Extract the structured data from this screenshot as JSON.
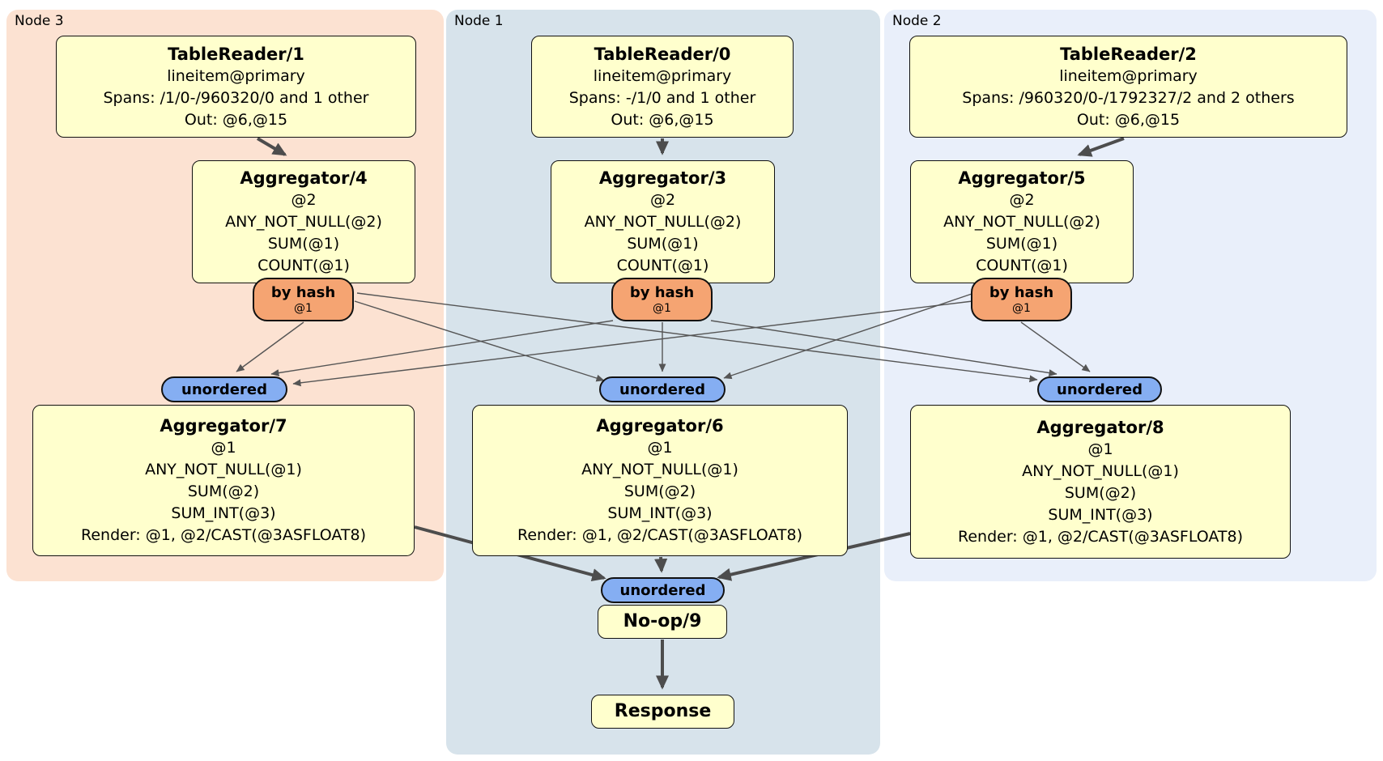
{
  "regions": {
    "node3": {
      "label": "Node 3"
    },
    "node1": {
      "label": "Node 1"
    },
    "node2": {
      "label": "Node 2"
    }
  },
  "processors": {
    "tr1": {
      "title": "TableReader/1",
      "lines": [
        "lineitem@primary",
        "Spans: /1/0-/960320/0 and 1 other",
        "Out: @6,@15"
      ]
    },
    "tr0": {
      "title": "TableReader/0",
      "lines": [
        "lineitem@primary",
        "Spans: -/1/0 and 1 other",
        "Out: @6,@15"
      ]
    },
    "tr2": {
      "title": "TableReader/2",
      "lines": [
        "lineitem@primary",
        "Spans: /960320/0-/1792327/2 and 2 others",
        "Out: @6,@15"
      ]
    },
    "agg4": {
      "title": "Aggregator/4",
      "lines": [
        "@2",
        "ANY_NOT_NULL(@2)",
        "SUM(@1)",
        "COUNT(@1)"
      ]
    },
    "agg3": {
      "title": "Aggregator/3",
      "lines": [
        "@2",
        "ANY_NOT_NULL(@2)",
        "SUM(@1)",
        "COUNT(@1)"
      ]
    },
    "agg5": {
      "title": "Aggregator/5",
      "lines": [
        "@2",
        "ANY_NOT_NULL(@2)",
        "SUM(@1)",
        "COUNT(@1)"
      ]
    },
    "agg7": {
      "title": "Aggregator/7",
      "lines": [
        "@1",
        "ANY_NOT_NULL(@1)",
        "SUM(@2)",
        "SUM_INT(@3)",
        "Render: @1, @2/CAST(@3ASFLOAT8)"
      ]
    },
    "agg6": {
      "title": "Aggregator/6",
      "lines": [
        "@1",
        "ANY_NOT_NULL(@1)",
        "SUM(@2)",
        "SUM_INT(@3)",
        "Render: @1, @2/CAST(@3ASFLOAT8)"
      ]
    },
    "agg8": {
      "title": "Aggregator/8",
      "lines": [
        "@1",
        "ANY_NOT_NULL(@1)",
        "SUM(@2)",
        "SUM_INT(@3)",
        "Render: @1, @2/CAST(@3ASFLOAT8)"
      ]
    },
    "noop": {
      "title": "No-op/9"
    },
    "response": {
      "title": "Response"
    }
  },
  "router": {
    "label": "by hash",
    "detail": "@1"
  },
  "synchronizer": {
    "label": "unordered"
  },
  "colors": {
    "node3_bg": "#fce2d2",
    "node1_bg": "#d7e3eb",
    "node2_bg": "#e9effa",
    "box_bg": "#ffffcd",
    "router_bg": "#f5a472",
    "sync_bg": "#85aef2",
    "edge_thin": "#555555",
    "edge_thick": "#4d4d4d"
  }
}
